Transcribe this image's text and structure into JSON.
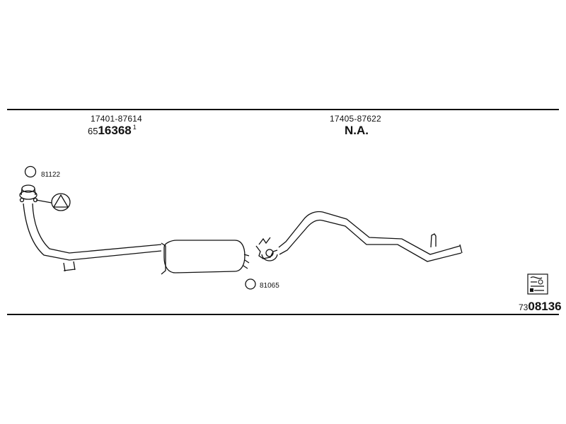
{
  "sections": [
    {
      "part_number": "17401-87614",
      "code_prefix": "65",
      "code_main": "16368",
      "code_sup": "1"
    },
    {
      "part_number": "17405-87622",
      "status": "N.A."
    }
  ],
  "callouts": [
    {
      "ref": "81122"
    },
    {
      "ref": "81065"
    }
  ],
  "catalog": {
    "prefix": "73",
    "main": "08136"
  },
  "icon": "catalog-box-icon"
}
